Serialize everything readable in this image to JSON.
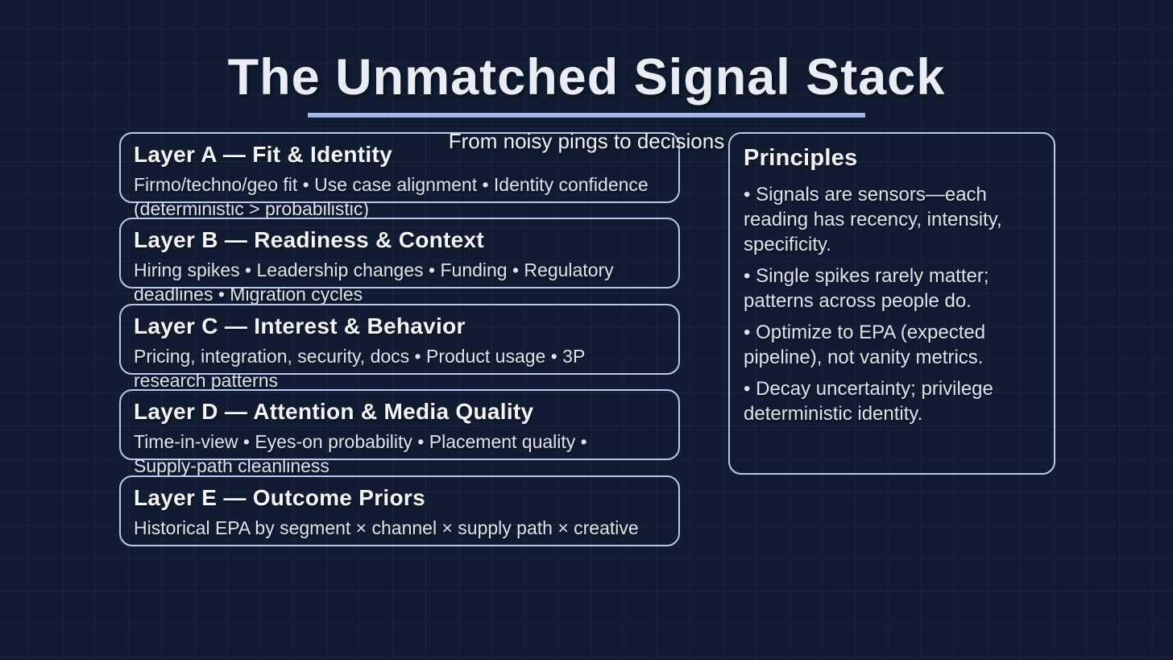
{
  "slide": {
    "title": "The Unmatched Signal Stack",
    "subtitle": "From noisy pings to decisions"
  },
  "layers": [
    {
      "heading": "Layer A — Fit & Identity",
      "body": "Firmo/techno/geo fit • Use case alignment • Identity confidence (deterministic > probabilistic)"
    },
    {
      "heading": "Layer B — Readiness & Context",
      "body": "Hiring spikes • Leadership changes • Funding • Regulatory deadlines • Migration cycles"
    },
    {
      "heading": "Layer C — Interest & Behavior",
      "body": "Pricing, integration, security, docs • Product usage • 3P research patterns"
    },
    {
      "heading": "Layer D — Attention & Media Quality",
      "body": "Time-in-view • Eyes-on probability • Placement quality • Supply-path cleanliness"
    },
    {
      "heading": "Layer E — Outcome Priors",
      "body": "Historical EPA by segment × channel × supply path × creative"
    }
  ],
  "principles": {
    "heading": "Principles",
    "bullets": [
      "• Signals are sensors—each reading has recency, intensity, specificity.",
      "• Single spikes rarely matter; patterns across people do.",
      "• Optimize to EPA (expected pipeline), not vanity metrics.",
      "• Decay uncertainty; privilege deterministic identity."
    ]
  },
  "colors": {
    "background": "#111c33",
    "grid_line": "#1b2845",
    "title_text": "#e9ecf4",
    "underline_accent": "#a7bae7",
    "box_border": "#b7c9ee",
    "heading_text": "#f4f5f9",
    "body_text": "#dde2ec"
  }
}
